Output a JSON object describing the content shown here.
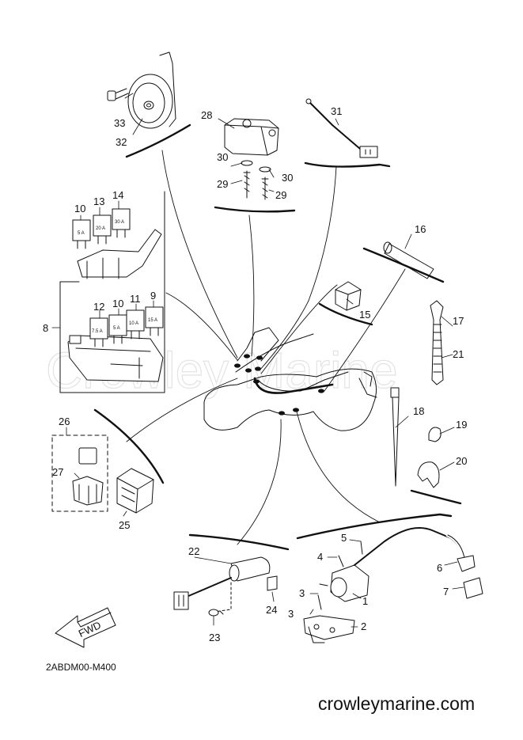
{
  "watermark": "Crowley Marine",
  "diagram_code": "2ABDM00-M400",
  "website": "crowleymarine.com",
  "direction_arrow_label": "FWD",
  "fuse_ratings": [
    "5 A",
    "20 A",
    "30 A",
    "7.5 A",
    "5 A",
    "10 A",
    "15 A"
  ],
  "callouts": [
    "1",
    "2",
    "3",
    "3",
    "4",
    "5",
    "6",
    "7",
    "8",
    "9",
    "10",
    "10",
    "11",
    "12",
    "13",
    "14",
    "15",
    "16",
    "17",
    "18",
    "19",
    "20",
    "21",
    "22",
    "23",
    "24",
    "25",
    "26",
    "27",
    "28",
    "29",
    "29",
    "30",
    "30",
    "31",
    "32",
    "33"
  ]
}
